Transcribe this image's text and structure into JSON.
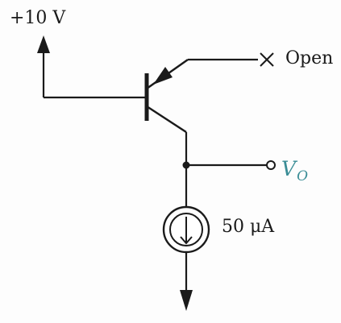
{
  "diagram": {
    "supply_label": "+10 V",
    "open_label": "Open",
    "output_label_main": "V",
    "output_label_sub": "O",
    "current_source_label": "50 μA",
    "component": "pnp-transistor",
    "colors": {
      "ink": "#1a1a1a",
      "output_label": "#3a8d96",
      "background": "#fdfdfd"
    }
  }
}
